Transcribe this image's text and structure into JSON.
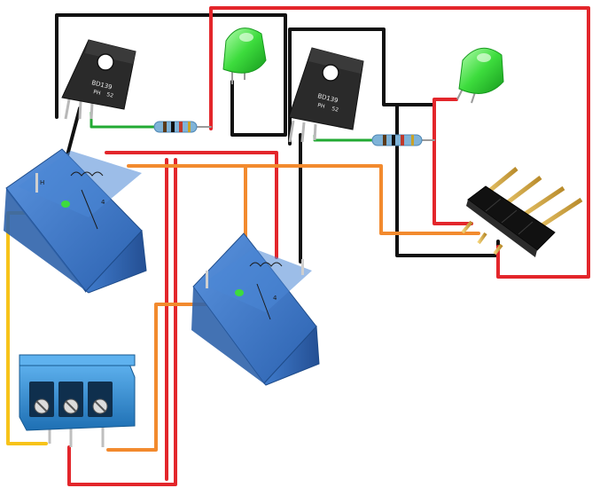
{
  "transistors": [
    {
      "id": "q1",
      "marking": [
        "BD139",
        "PH",
        "52"
      ]
    },
    {
      "id": "q2",
      "marking": [
        "BD139",
        "PH",
        "52"
      ]
    }
  ],
  "relays": [
    {
      "id": "k1",
      "marking": [
        "H",
        "4"
      ]
    },
    {
      "id": "k2",
      "marking": [
        "4"
      ]
    }
  ],
  "colors": {
    "wire_black": "#111111",
    "wire_red": "#e3262b",
    "wire_orange": "#f28a2e",
    "wire_yellow": "#f7c31a",
    "wire_green": "#22aa33",
    "relay_blue": "#3a73c4",
    "terminal_blue": "#2f8ad2",
    "led_green": "#3ddc3d",
    "transistor_body": "#2a2a2a",
    "resistor_body": "#7fb3d8"
  },
  "icons": {
    "transistor": "to126-transistor-icon",
    "led": "led-icon",
    "resistor": "resistor-icon",
    "relay": "relay-icon",
    "terminal_block": "screw-terminal-icon",
    "pin_header": "pin-header-icon"
  }
}
